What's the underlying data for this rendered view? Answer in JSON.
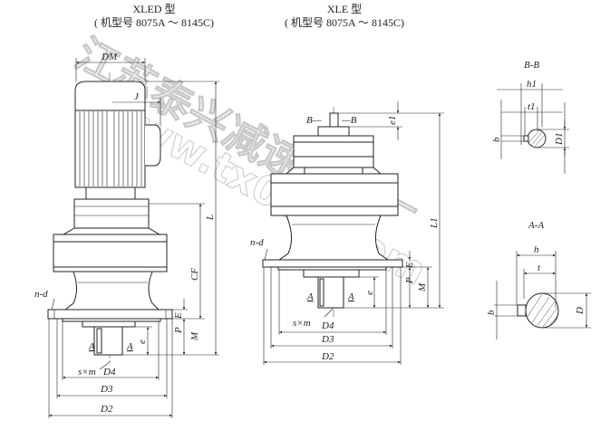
{
  "titles": {
    "left": {
      "model": "XLED 型",
      "range": "( 机型号 8075A ～ 8145C)"
    },
    "right": {
      "model": "XLE 型",
      "range": "( 机型号 8075A ～ 8145C)"
    }
  },
  "left_view": {
    "DM": "DM",
    "J": "J",
    "L": "L",
    "CF": "CF",
    "n_d": "n-d",
    "E": "E",
    "P": "P",
    "M": "M",
    "e": "e",
    "A1": "A",
    "A2": "A",
    "sxm": "s×m",
    "D4": "D4",
    "D3": "D3",
    "D2": "D2"
  },
  "right_view": {
    "B1": "B—",
    "B2": "—B",
    "e1": "e1",
    "L1": "L1",
    "n_d": "n-d",
    "E": "E",
    "P": "P",
    "M": "M",
    "e": "e",
    "A1": "A",
    "A2": "A",
    "sxm": "s×m",
    "D4": "D4",
    "D3": "D3",
    "D2": "D2"
  },
  "section_bb": {
    "title": "B-B",
    "h1": "h1",
    "t1": "t1",
    "b": "b",
    "D1": "D1"
  },
  "section_aa": {
    "title": "A-A",
    "h": "h",
    "t": "t",
    "b": "b",
    "D": "D"
  },
  "watermark": {
    "company": "江苏泰兴减速机总厂",
    "url": "www.tx001.com"
  }
}
